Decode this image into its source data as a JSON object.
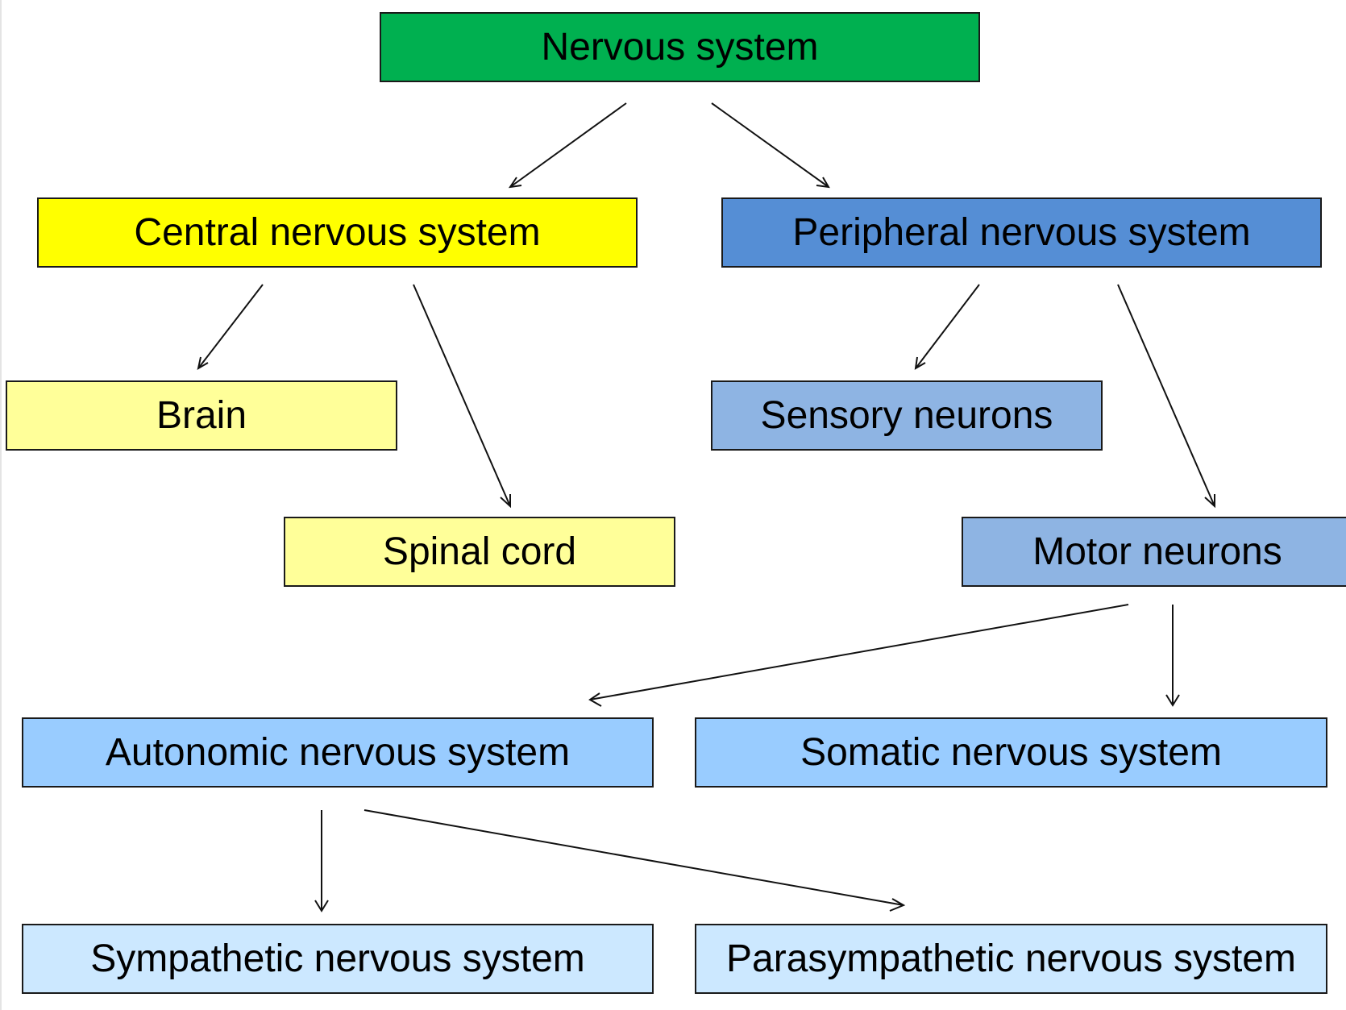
{
  "diagram": {
    "colors": {
      "root": "#00b050",
      "cns": "#ffff00",
      "cns_child": "#ffff99",
      "pns": "#558ed5",
      "pns_child": "#8eb4e3",
      "division": "#99ccff",
      "subdivision": "#cce8ff"
    },
    "nodes": {
      "nervous_system": "Nervous system",
      "central_nervous_system": "Central nervous system",
      "peripheral_nervous_system": "Peripheral nervous system",
      "brain": "Brain",
      "spinal_cord": "Spinal cord",
      "sensory_neurons": "Sensory neurons",
      "motor_neurons": "Motor neurons",
      "autonomic_nervous_system": "Autonomic nervous system",
      "somatic_nervous_system": "Somatic nervous system",
      "sympathetic_nervous_system": "Sympathetic nervous system",
      "parasympathetic_nervous_system": "Parasympathetic nervous system"
    },
    "edges": [
      {
        "from": "nervous_system",
        "to": "central_nervous_system"
      },
      {
        "from": "nervous_system",
        "to": "peripheral_nervous_system"
      },
      {
        "from": "central_nervous_system",
        "to": "brain"
      },
      {
        "from": "central_nervous_system",
        "to": "spinal_cord"
      },
      {
        "from": "peripheral_nervous_system",
        "to": "sensory_neurons"
      },
      {
        "from": "peripheral_nervous_system",
        "to": "motor_neurons"
      },
      {
        "from": "motor_neurons",
        "to": "autonomic_nervous_system"
      },
      {
        "from": "motor_neurons",
        "to": "somatic_nervous_system"
      },
      {
        "from": "autonomic_nervous_system",
        "to": "sympathetic_nervous_system"
      },
      {
        "from": "autonomic_nervous_system",
        "to": "parasympathetic_nervous_system"
      }
    ]
  }
}
